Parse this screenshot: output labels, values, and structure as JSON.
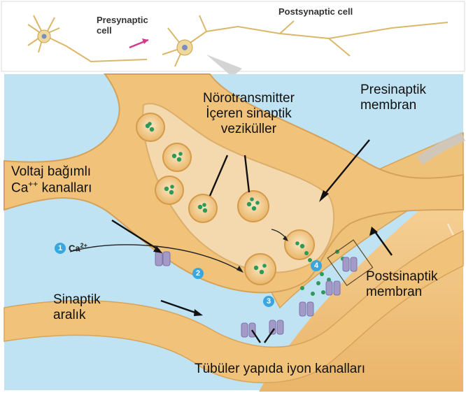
{
  "top_panel": {
    "presynaptic_cell": "Presynaptic\ncell",
    "postsynaptic_cell": "Postsynaptic cell"
  },
  "labels": {
    "vesicles": "Nörotransmitter\nİçeren sinaptik\nveziküller",
    "presynaptic_membrane": "Presinaptik\nmembran",
    "voltage_channels_line1": "Voltaj bağımlı",
    "voltage_channels_ca": "Ca",
    "voltage_channels_sup": "++",
    "voltage_channels_rest": " kanalları",
    "postsynaptic_membrane": "Postsinaptik\nmembran",
    "synaptic_cleft": "Sinaptik\naralık",
    "ion_channels": "Tübüler yapıda iyon kanalları"
  },
  "steps": {
    "step1": "1",
    "step2": "2",
    "step3": "3",
    "step4": "4",
    "calcium": "Ca",
    "calcium_sup": "2+"
  },
  "colors": {
    "background_blue": "#bfe3f3",
    "neuron_tan": "#f0c27a",
    "terminal_inner": "#f4d9ae",
    "vesicle": "#f6cf8f",
    "neurotransmitter": "#2e9a5a",
    "channel": "#a49ac8",
    "step_badge": "#3aa6e0"
  }
}
